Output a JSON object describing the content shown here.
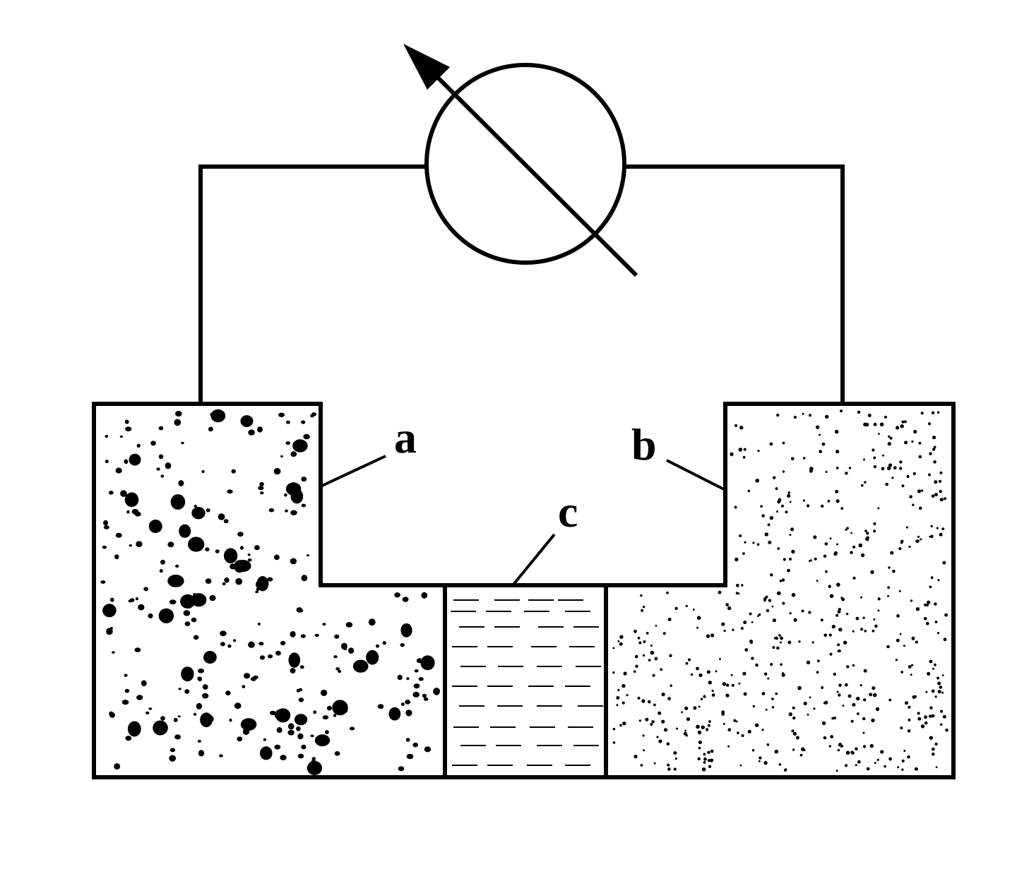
{
  "labels": {
    "a": "a",
    "b": "b",
    "c": "c"
  },
  "colors": {
    "ink": "#000000",
    "background": "#ffffff"
  },
  "parts": {
    "meter": "variable-resistor-symbol",
    "left_block": "coarse-grained-material",
    "right_block": "fine-grained-material",
    "middle_block": "liquid-layer"
  }
}
